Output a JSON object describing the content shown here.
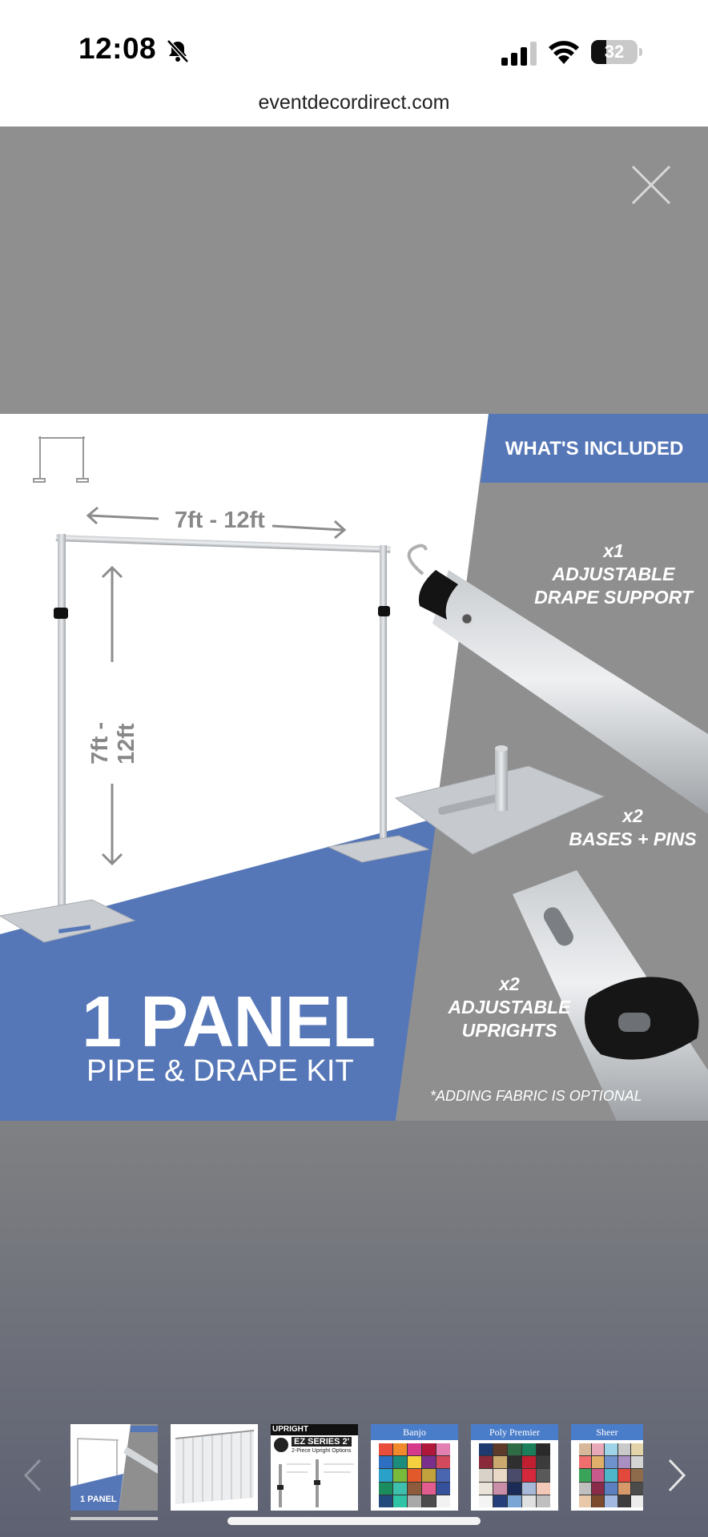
{
  "status_bar": {
    "time": "12:08",
    "battery_level": "32",
    "battery_fraction": 0.32
  },
  "browser": {
    "url": "eventdecordirect.com"
  },
  "modal": {
    "close_icon": "close-icon"
  },
  "product_image": {
    "included_title": "WHAT'S INCLUDED",
    "width_range": "7ft - 12ft",
    "height_range": "7ft - 12ft",
    "items": [
      {
        "qty": "x1",
        "name": "ADJUSTABLE\nDRAPE SUPPORT"
      },
      {
        "qty": "x2",
        "name": "BASES + PINS"
      },
      {
        "qty": "x2",
        "name": "ADJUSTABLE\nUPRIGHTS"
      }
    ],
    "headline": "1 PANEL",
    "subheadline": "PIPE & DRAPE KIT",
    "note": "*ADDING FABRIC IS OPTIONAL"
  },
  "carousel": {
    "prev_icon": "chevron-left-icon",
    "next_icon": "chevron-right-icon",
    "thumbnails": [
      {
        "label": "1 PANEL",
        "kind": "kit"
      },
      {
        "label": "",
        "kind": "drape"
      },
      {
        "label": "UPRIGHT",
        "title": "EZ SERIES 2'",
        "subtitle": "2-Piece Upright Options",
        "kind": "upright"
      },
      {
        "label": "Banjo",
        "kind": "swatch"
      },
      {
        "label": "Poly Premier",
        "kind": "swatch"
      },
      {
        "label": "Sheer",
        "kind": "swatch"
      }
    ]
  },
  "colors": {
    "accent_blue": "#5677b7",
    "panel_gray": "#8f8f8f",
    "overlay_gray": "#8f8f8f"
  }
}
